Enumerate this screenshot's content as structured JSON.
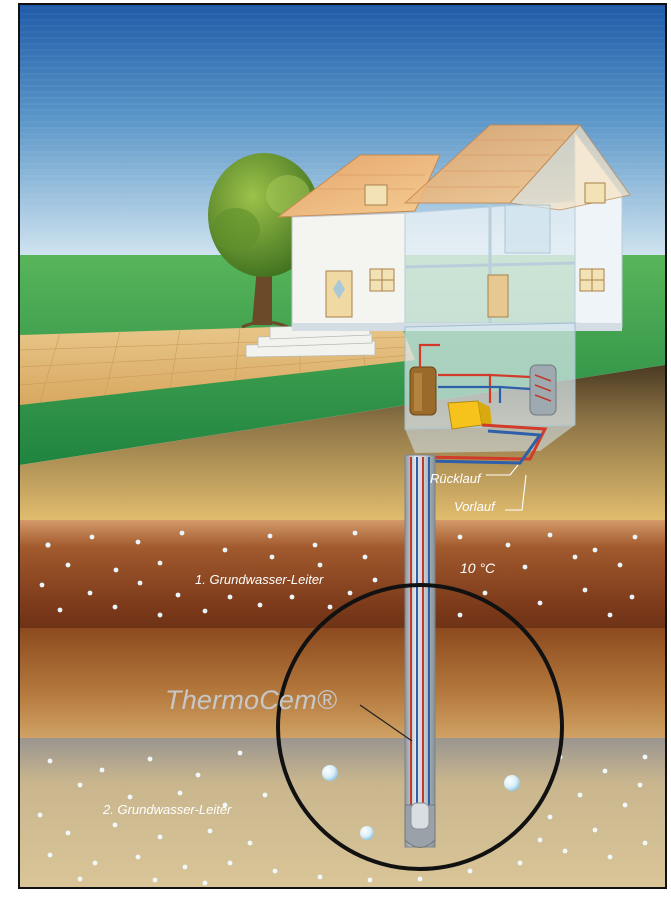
{
  "labels": {
    "ruecklauf": "Rücklauf",
    "vorlauf": "Vorlauf",
    "temperature": "10 °C",
    "aquifer_1": "1. Grundwasser-Leiter",
    "aquifer_2": "2. Grundwasser-Leiter",
    "brand": "ThermoCem®"
  },
  "colors": {
    "sky_top": "#1f5aa8",
    "sky_bottom": "#d8e9f2",
    "grass": "#2f9a45",
    "soil_sand": "#e2bd6c",
    "aquifer_1": "#8a4320",
    "clay_layer": "#9c5a26",
    "aquifer_2": "#c8b48a",
    "pipe_supply": "#d23a2a",
    "pipe_return": "#2e5fa8",
    "probe": "#b9c0c7",
    "zoom_circle": "#111111"
  },
  "icons": [
    "tree-icon",
    "house-icon",
    "heat-pump-icon",
    "storage-tank-icon",
    "water-heater-icon",
    "borehole-probe-icon"
  ]
}
